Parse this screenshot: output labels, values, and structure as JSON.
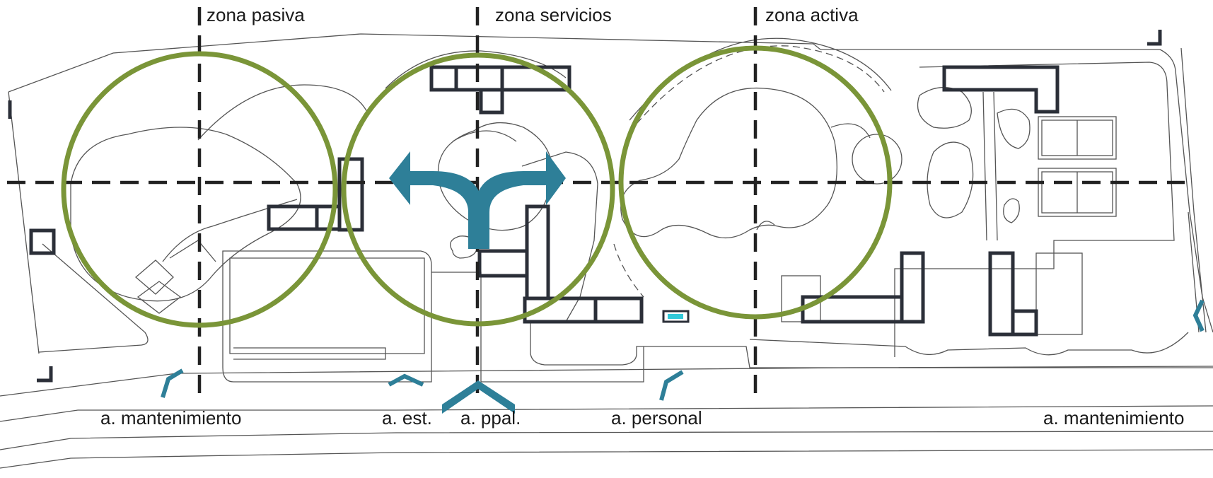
{
  "zones": [
    {
      "label": "zona pasiva"
    },
    {
      "label": "zona servicios"
    },
    {
      "label": "zona activa"
    }
  ],
  "accesses": [
    {
      "label": "a. mantenimiento"
    },
    {
      "label": "a. est."
    },
    {
      "label": "a. ppal."
    },
    {
      "label": "a. personal"
    },
    {
      "label": "a. mantenimiento"
    }
  ],
  "colors": {
    "zone_circle": "#7a9538",
    "arrow": "#2e7f98",
    "axis": "#222222",
    "building": "#2b2f38",
    "linework": "#555555",
    "accent": "#32c8d8"
  }
}
